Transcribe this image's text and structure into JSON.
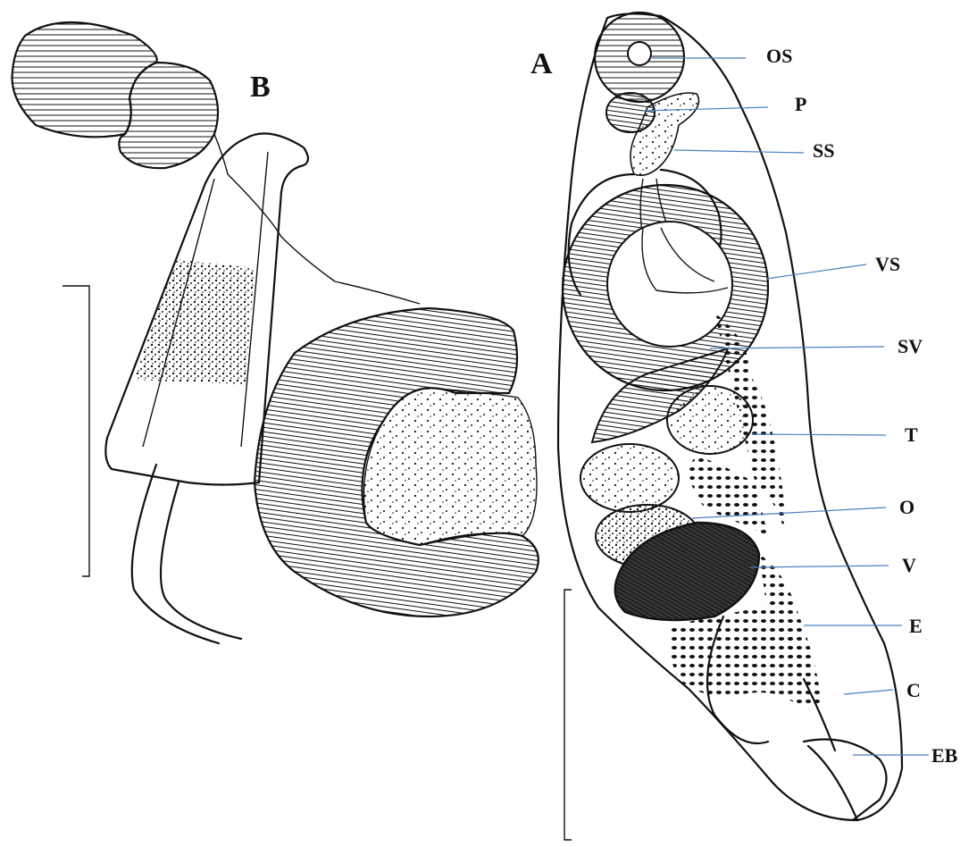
{
  "figure": {
    "panel_letters": {
      "a": "A",
      "b": "B"
    },
    "labels": {
      "os": "OS",
      "p": "P",
      "ss": "SS",
      "vs": "VS",
      "sv": "SV",
      "t": "T",
      "o": "O",
      "v": "V",
      "e": "E",
      "c": "C",
      "eb": "EB"
    },
    "colors": {
      "ink": "#111111",
      "leader_line": "#4a7fc0",
      "background": "#ffffff"
    }
  }
}
